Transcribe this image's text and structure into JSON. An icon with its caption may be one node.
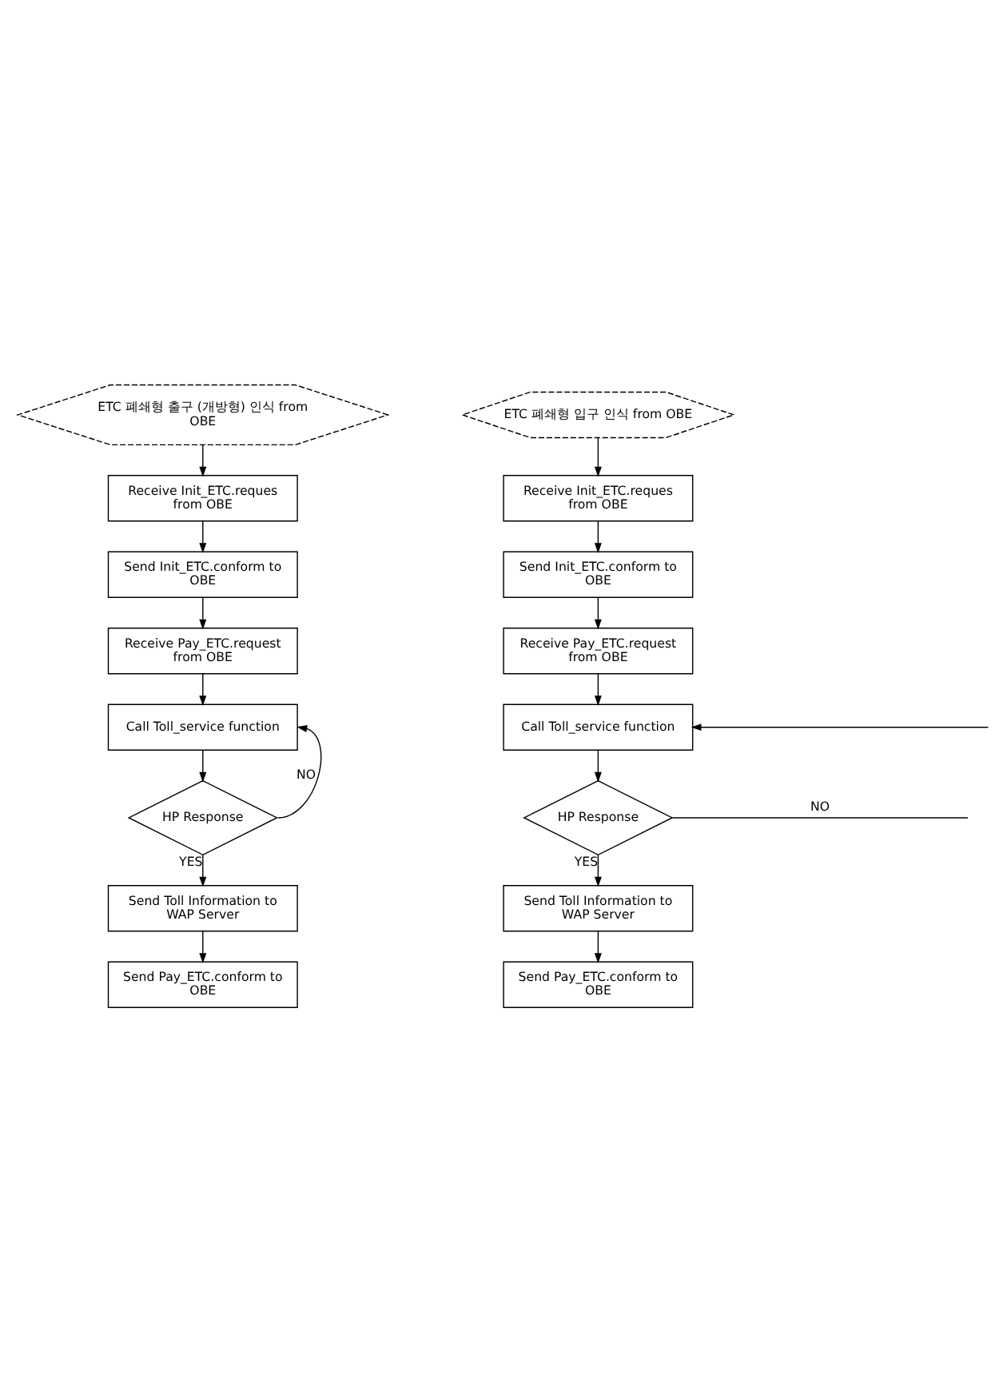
{
  "diagram": {
    "nodes": [
      {
        "text": [
          "ETC 폐쇄형 출구 (개방형) 인식 from OBE"
        ]
      },
      {
        "text": [
          "Receive Init_ETC.reques from OBE"
        ]
      },
      {
        "text": [
          "Send Init_ETC.conform to OBE"
        ]
      },
      {
        "text": [
          "Receive Pay_ETC.request from OBE"
        ]
      },
      {
        "text": [
          "Call Toll_service function"
        ]
      },
      {
        "text": [
          "HP Response"
        ]
      },
      {
        "text": [
          "Send Toll Information to WAP Server"
        ]
      },
      {
        "text": [
          "Send Pay_ETC.conform to OBE"
        ]
      },
      {
        "text": [
          "ETC 폐쇄형 입구 인식 from OBE"
        ]
      },
      {
        "text": [
          "Receive Init_ETC.reques from OBE"
        ]
      },
      {
        "text": [
          "Send Init_ETC.conform to OBE"
        ]
      },
      {
        "text": [
          "Receive Pay_ETC.request from OBE"
        ]
      },
      {
        "text": [
          "Call Toll_service function"
        ]
      },
      {
        "text": [
          "HP Response"
        ]
      },
      {
        "text": [
          "Send Toll Information to WAP Server"
        ]
      },
      {
        "text": [
          "Send Pay_ETC.conform to OBE"
        ]
      }
    ],
    "edges": [
      {
        "from": 0,
        "to": 1,
        "arrow": "to"
      },
      {
        "from": 1,
        "to": 2,
        "arrow": "to"
      },
      {
        "from": 2,
        "to": 3,
        "arrow": "to"
      },
      {
        "from": 3,
        "to": 4,
        "arrow": "to"
      },
      {
        "from": 4,
        "to": 5,
        "arrow": "to"
      },
      {
        "from": 5,
        "to": 4,
        "arrow": "to",
        "label": "NO"
      },
      {
        "from": 5,
        "to": 6,
        "arrow": "to",
        "label": "YES"
      },
      {
        "from": 6,
        "to": 7,
        "arrow": "to"
      },
      {
        "from": 8,
        "to": 9,
        "arrow": "to"
      },
      {
        "from": 9,
        "to": 10,
        "arrow": "to"
      },
      {
        "from": 10,
        "to": 11,
        "arrow": "to"
      },
      {
        "from": 11,
        "to": 12,
        "arrow": "to"
      },
      {
        "from": 12,
        "to": 13,
        "arrow": "to"
      },
      {
        "from": 13,
        "to": null,
        "arrow": "none",
        "label": "NO"
      },
      {
        "from": null,
        "to": 12,
        "arrow": "to"
      },
      {
        "from": 13,
        "to": 14,
        "arrow": "to",
        "label": "YES"
      },
      {
        "from": 14,
        "to": 15,
        "arrow": "to"
      }
    ]
  }
}
